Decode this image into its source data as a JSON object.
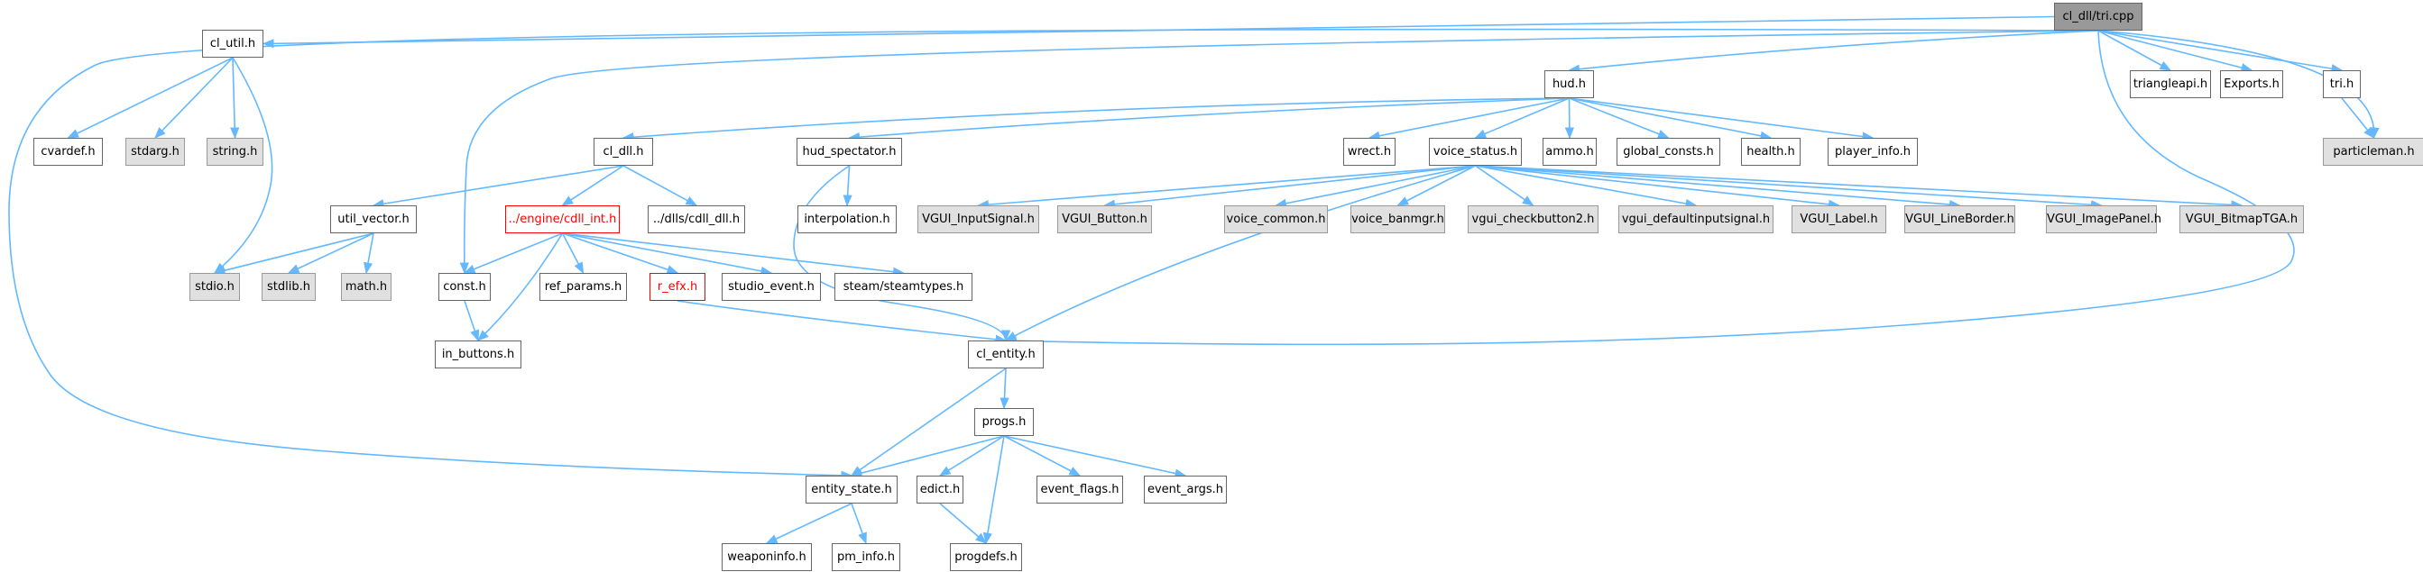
{
  "nodes": {
    "cl_dll_tri_cpp": "cl_dll/tri.cpp",
    "cl_util_h": "cl_util.h",
    "hud_h": "hud.h",
    "triangleapi_h": "triangleapi.h",
    "exports_h": "Exports.h",
    "tri_h": "tri.h",
    "cvardef_h": "cvardef.h",
    "stdarg_h": "stdarg.h",
    "string_h": "string.h",
    "cl_dll_h": "cl_dll.h",
    "hud_spectator_h": "hud_spectator.h",
    "wrect_h": "wrect.h",
    "voice_status_h": "voice_status.h",
    "ammo_h": "ammo.h",
    "global_consts_h": "global_consts.h",
    "health_h": "health.h",
    "player_info_h": "player_info.h",
    "particleman_h": "particleman.h",
    "util_vector_h": "util_vector.h",
    "engine_cdll_int_h": "../engine/cdll_int.h",
    "dlls_cdll_dll_h": "../dlls/cdll_dll.h",
    "interpolation_h": "interpolation.h",
    "vgui_inputsignal_h": "VGUI_InputSignal.h",
    "vgui_button_h": "VGUI_Button.h",
    "voice_common_h": "voice_common.h",
    "voice_banmgr_h": "voice_banmgr.h",
    "vgui_checkbutton2_h": "vgui_checkbutton2.h",
    "vgui_defaultinputsignal_h": "vgui_defaultinputsignal.h",
    "vgui_label_h": "VGUI_Label.h",
    "vgui_lineborder_h": "VGUI_LineBorder.h",
    "vgui_imagepanel_h": "VGUI_ImagePanel.h",
    "vgui_bitmaptga_h": "VGUI_BitmapTGA.h",
    "stdio_h": "stdio.h",
    "stdlib_h": "stdlib.h",
    "math_h": "math.h",
    "const_h": "const.h",
    "ref_params_h": "ref_params.h",
    "r_efx_h": "r_efx.h",
    "studio_event_h": "studio_event.h",
    "steam_steamtypes_h": "steam/steamtypes.h",
    "in_buttons_h": "in_buttons.h",
    "cl_entity_h": "cl_entity.h",
    "progs_h": "progs.h",
    "entity_state_h": "entity_state.h",
    "edict_h": "edict.h",
    "event_flags_h": "event_flags.h",
    "event_args_h": "event_args.h",
    "weaponinfo_h": "weaponinfo.h",
    "pm_info_h": "pm_info.h",
    "progdefs_h": "progdefs.h"
  },
  "colors": {
    "edge": "#63b8ff",
    "root_fill": "#999999",
    "system_fill": "#e0e0e0",
    "highlight_border": "#ff0000"
  }
}
